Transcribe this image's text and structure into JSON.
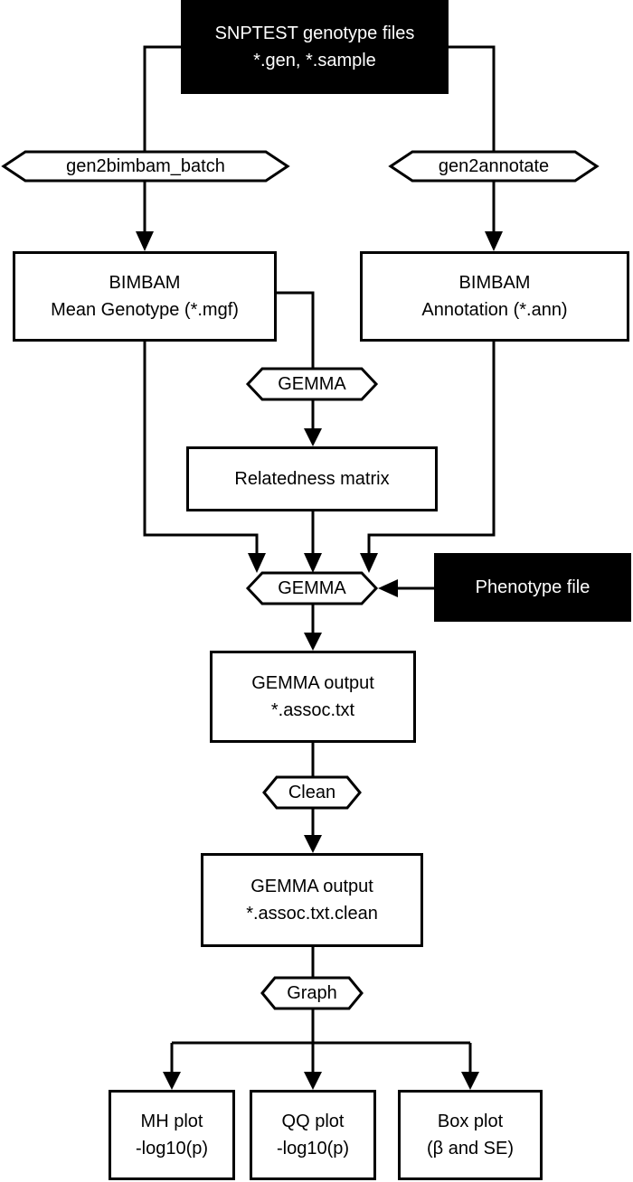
{
  "inputs": {
    "snptest": {
      "line1": "SNPTEST genotype files",
      "line2": "*.gen, *.sample"
    },
    "phenotype": "Phenotype file"
  },
  "tools": {
    "gen2bimbam_batch": "gen2bimbam_batch",
    "gen2annotate": "gen2annotate",
    "gemma_relatedness": "GEMMA",
    "gemma_assoc": "GEMMA",
    "clean": "Clean",
    "graph": "Graph"
  },
  "files": {
    "mean_genotype": {
      "line1": "BIMBAM",
      "line2": "Mean Genotype (*.mgf)"
    },
    "annotation": {
      "line1": "BIMBAM",
      "line2": "Annotation (*.ann)"
    },
    "relatedness": "Relatedness matrix",
    "gemma_output": {
      "line1": "GEMMA output",
      "line2": "*.assoc.txt"
    },
    "gemma_output_clean": {
      "line1": "GEMMA output",
      "line2": "*.assoc.txt.clean"
    }
  },
  "outputs": {
    "mh_plot": {
      "line1": "MH plot",
      "line2": "-log10(p)"
    },
    "qq_plot": {
      "line1": "QQ plot",
      "line2": "-log10(p)"
    },
    "box_plot": {
      "line1": "Box plot",
      "line2": "(β and SE)"
    }
  },
  "colors": {
    "stroke": "#000000",
    "fill": "#ffffff",
    "dark_fill": "#000000",
    "dark_text": "#ffffff"
  }
}
